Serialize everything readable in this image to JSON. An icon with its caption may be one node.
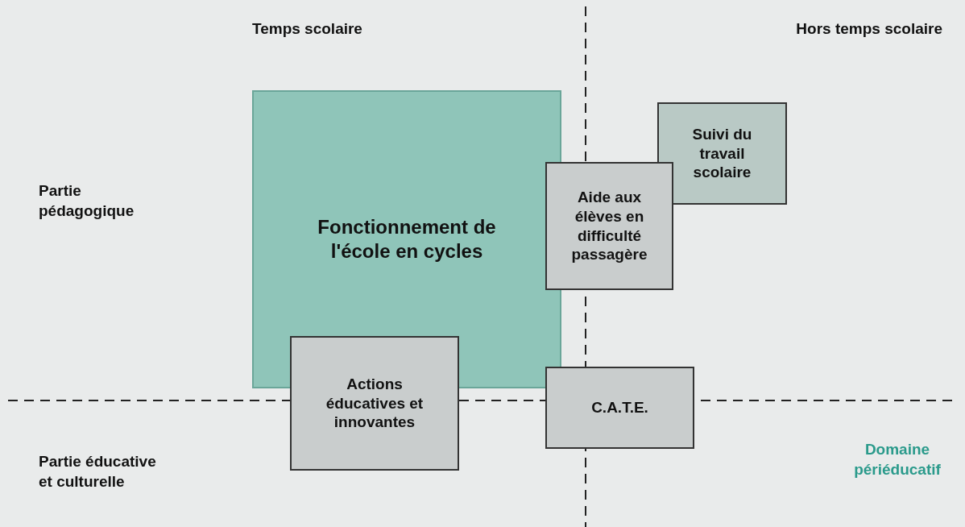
{
  "diagram": {
    "nodes": [
      {
        "text": [
          "Fonctionnement de l'école en cycles"
        ]
      },
      {
        "text": [
          "Suivi du travail scolaire"
        ]
      },
      {
        "text": [
          "Aide aux élèves en difficulté passagère"
        ]
      },
      {
        "text": [
          "Actions éducatives et innovantes"
        ]
      },
      {
        "text": [
          "C.A.T.E."
        ]
      }
    ],
    "labels": [
      "Temps scolaire",
      "Hors temps scolaire",
      "Partie pédagogique",
      "Partie éducative et culturelle",
      "Domaine périéducatif"
    ]
  }
}
